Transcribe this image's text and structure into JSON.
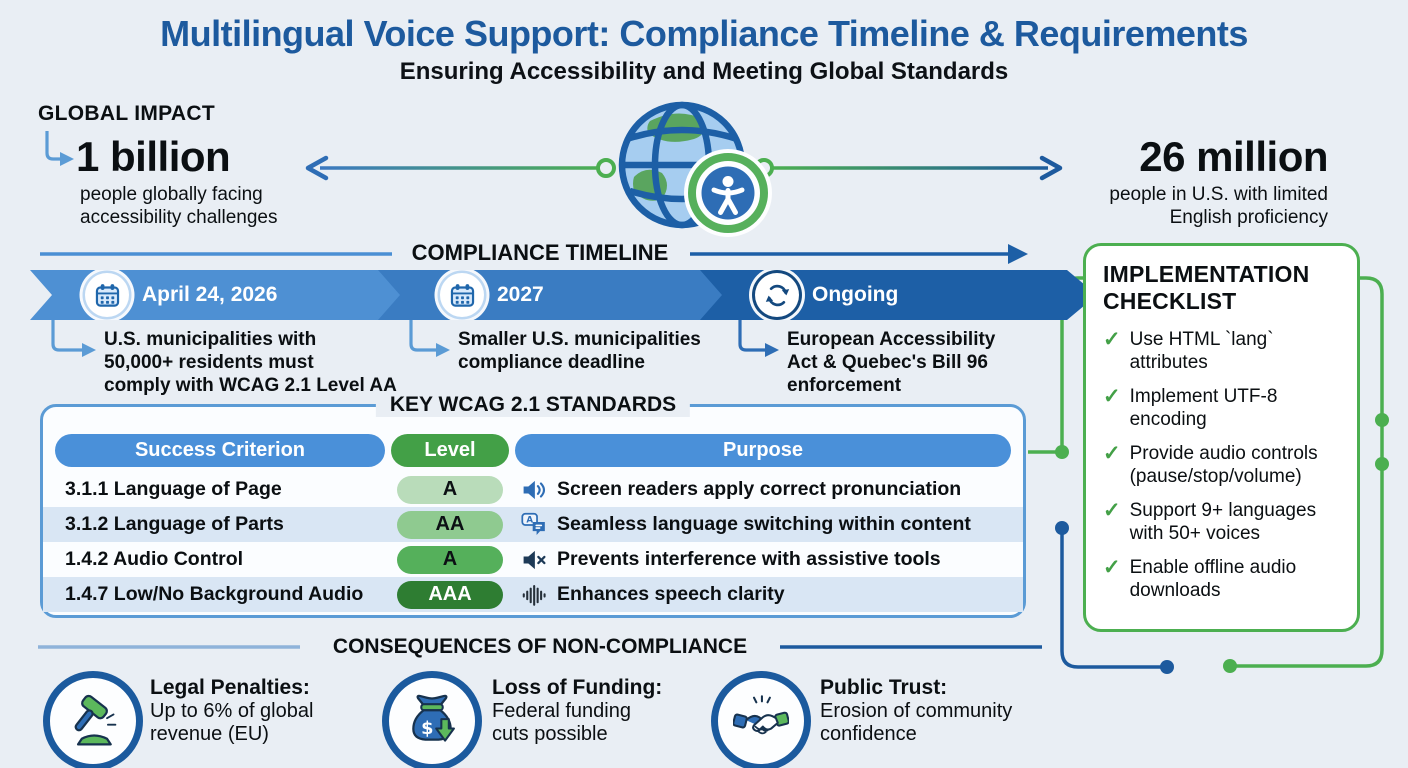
{
  "header": {
    "title": "Multilingual Voice Support: Compliance Timeline & Requirements",
    "subtitle": "Ensuring Accessibility and Meeting Global Standards"
  },
  "global_impact": {
    "heading": "GLOBAL IMPACT",
    "center_icon": "globe-accessibility-icon",
    "left_stat": {
      "value": "1 billion",
      "description": "people globally facing\naccessibility challenges"
    },
    "right_stat": {
      "value": "26 million",
      "description": "people in U.S. with limited\nEnglish proficiency"
    }
  },
  "timeline": {
    "heading": "COMPLIANCE TIMELINE",
    "milestones": [
      {
        "label": "April 24, 2026",
        "icon": "calendar-icon",
        "color": "#4e90d3",
        "description": "U.S. municipalities with\n50,000+ residents must\ncomply with WCAG 2.1 Level AA"
      },
      {
        "label": "2027",
        "icon": "calendar-icon",
        "color": "#3a7cc2",
        "description": "Smaller U.S. municipalities\ncompliance deadline"
      },
      {
        "label": "Ongoing",
        "icon": "refresh-icon",
        "color": "#1d5fa6",
        "description": "European Accessibility\nAct & Quebec's Bill 96\nenforcement"
      }
    ]
  },
  "standards_table": {
    "heading": "KEY WCAG 2.1 STANDARDS",
    "columns": [
      "Success Criterion",
      "Level",
      "Purpose"
    ],
    "rows": [
      {
        "criterion": "3.1.1 Language of Page",
        "level": "A",
        "level_color": "#b9dcba",
        "icon": "speaker-icon",
        "purpose": "Screen readers apply correct pronunciation"
      },
      {
        "criterion": "3.1.2 Language of Parts",
        "level": "AA",
        "level_color": "#8fca90",
        "icon": "translate-icon",
        "purpose": "Seamless language switching within content"
      },
      {
        "criterion": "1.4.2 Audio Control",
        "level": "A",
        "level_color": "#55b05b",
        "icon": "muted-speaker-icon",
        "purpose": "Prevents interference with assistive tools"
      },
      {
        "criterion": "1.4.7 Low/No Background Audio",
        "level": "AAA",
        "level_color": "#2e7d32",
        "icon": "waveform-icon",
        "purpose": "Enhances speech clarity"
      }
    ]
  },
  "checklist": {
    "heading": "IMPLEMENTATION CHECKLIST",
    "check_icon": "checkmark-icon",
    "items": [
      "Use HTML `lang` attributes",
      "Implement UTF-8 encoding",
      "Provide audio controls (pause/stop/volume)",
      "Support 9+ languages with 50+ voices",
      "Enable offline audio downloads"
    ]
  },
  "consequences": {
    "heading": "CONSEQUENCES OF NON-COMPLIANCE",
    "items": [
      {
        "icon": "gavel-icon",
        "title": "Legal Penalties:",
        "description": "Up to 6% of global\nrevenue (EU)"
      },
      {
        "icon": "money-bag-icon",
        "title": "Loss of Funding:",
        "description": "Federal funding\ncuts possible"
      },
      {
        "icon": "handshake-icon",
        "title": "Public Trust:",
        "description": "Erosion of community\nconfidence"
      }
    ]
  },
  "colors": {
    "title_blue": "#1d5a9e",
    "accent_blue": "#4a8fd4",
    "dark_blue": "#1d5fa6",
    "accent_green": "#4caf50",
    "level_a_light": "#b9dcba",
    "level_aa": "#8fca90",
    "level_a_mid": "#55b05b",
    "level_aaa": "#2e7d32",
    "background": "#e9eef4"
  }
}
